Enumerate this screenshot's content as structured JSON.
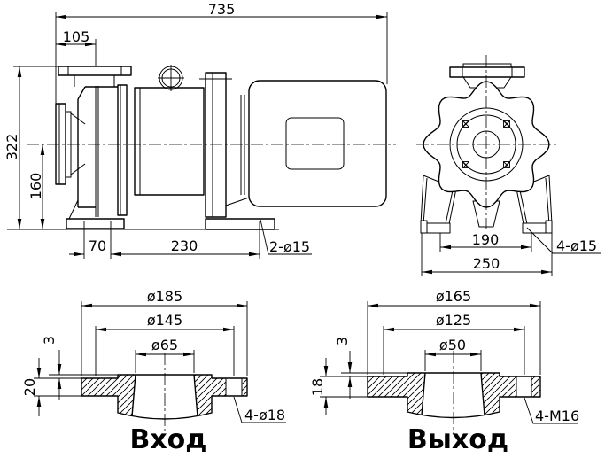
{
  "drawing": {
    "colors": {
      "line": "#000000",
      "background": "#ffffff"
    },
    "side_view": {
      "overall_length": "735",
      "flange_to_casing_face": "105",
      "total_height": "322",
      "axis_height": "160",
      "front_foot_offset": "70",
      "foot_spacing": "230",
      "foot_holes_label": "2-ø15"
    },
    "front_view": {
      "foot_hole_spacing": "190",
      "foot_overall_width": "250",
      "foot_holes_label": "4-ø15"
    },
    "inlet_flange": {
      "title": "Вход",
      "outer_diameter": "ø185",
      "bolt_circle_diameter": "ø145",
      "bore_diameter": "ø65",
      "raised_face_height": "3",
      "flange_thickness": "20",
      "bolt_holes_label": "4-ø18"
    },
    "outlet_flange": {
      "title": "Выход",
      "outer_diameter": "ø165",
      "bolt_circle_diameter": "ø125",
      "bore_diameter": "ø50",
      "raised_face_height": "3",
      "flange_thickness": "18",
      "bolt_holes_label": "4-M16"
    }
  }
}
